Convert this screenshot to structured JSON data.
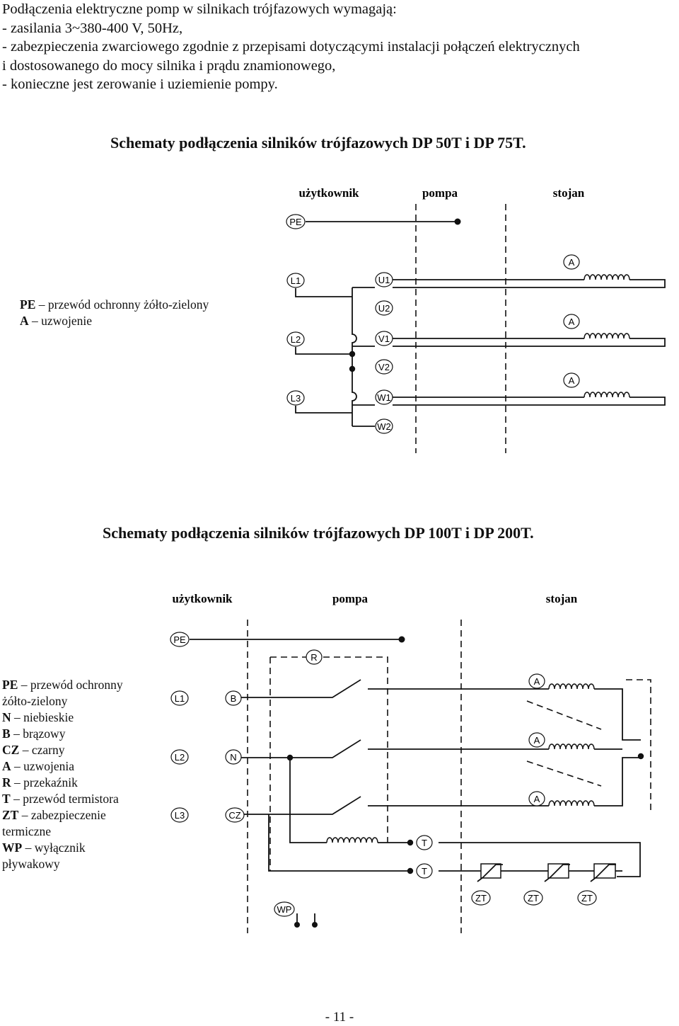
{
  "intro": {
    "lines": [
      "Podłączenia elektryczne pomp w silnikach trójfazowych wymagają:",
      "- zasilania 3~380-400 V, 50Hz,",
      "- zabezpieczenia zwarciowego zgodnie z przepisami dotyczącymi instalacji połączeń elektrycznych",
      "i dostosowanego do mocy silnika i prądu znamionowego,",
      "- konieczne jest zerowanie i uziemienie pompy."
    ]
  },
  "section1": {
    "title": "Schematy podłączenia silników trójfazowych DP 50T i DP 75T.",
    "columns": [
      "użytkownik",
      "pompa",
      "stojan"
    ],
    "terminals": {
      "pe": "PE",
      "l1": "L1",
      "l2": "L2",
      "l3": "L3",
      "u1": "U1",
      "u2": "U2",
      "v1": "V1",
      "v2": "V2",
      "w1": "W1",
      "w2": "W2",
      "a1": "A",
      "a2": "A",
      "a3": "A"
    },
    "legend": [
      {
        "abbr": "PE",
        "text": "przewód ochronny żółto-zielony"
      },
      {
        "abbr": "A",
        "text": "uzwojenie"
      }
    ]
  },
  "section2": {
    "title": "Schematy podłączenia silników trójfazowych DP 100T i DP 200T.",
    "columns": [
      "użytkownik",
      "pompa",
      "stojan"
    ],
    "terminals": {
      "pe": "PE",
      "r": "R",
      "l1": "L1",
      "l2": "L2",
      "l3": "L3",
      "b": "B",
      "n": "N",
      "cz": "CZ",
      "a1": "A",
      "a2": "A",
      "a3": "A",
      "t1": "T",
      "t2": "T",
      "zt1": "ZT",
      "zt2": "ZT",
      "zt3": "ZT",
      "wp": "WP"
    },
    "legend": [
      {
        "abbr": "PE",
        "text": "przewód ochronny"
      },
      {
        "abbr": "",
        "text": "żółto-zielony"
      },
      {
        "abbr": "N",
        "text": "niebieskie"
      },
      {
        "abbr": "B",
        "text": "brązowy"
      },
      {
        "abbr": "CZ",
        "text": "czarny"
      },
      {
        "abbr": "A",
        "text": "uzwojenia"
      },
      {
        "abbr": "R",
        "text": "przekaźnik"
      },
      {
        "abbr": "T",
        "text": "przewód termistora"
      },
      {
        "abbr": "ZT",
        "text": "zabezpieczenie"
      },
      {
        "abbr": "",
        "text": "termiczne"
      },
      {
        "abbr": "WP",
        "text": "wyłącznik"
      },
      {
        "abbr": "",
        "text": "pływakowy"
      }
    ]
  },
  "page_number": "- 11 -"
}
